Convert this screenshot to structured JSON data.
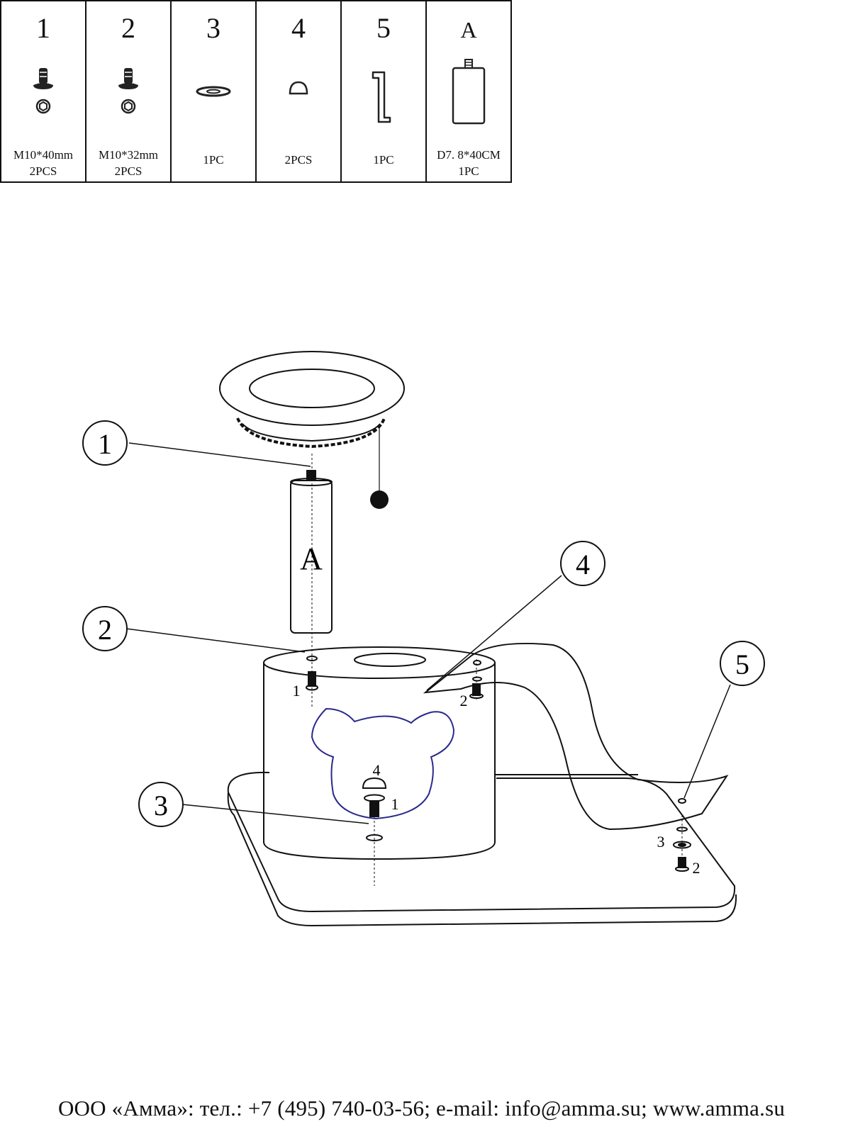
{
  "parts": [
    {
      "id": "1",
      "icon": "bolt-washer-icon",
      "spec_line1": "M10*40mm",
      "spec_line2": "2PCS"
    },
    {
      "id": "2",
      "icon": "bolt-washer-icon",
      "spec_line1": "M10*32mm",
      "spec_line2": "2PCS"
    },
    {
      "id": "3",
      "icon": "flat-washer-icon",
      "spec_line1": "1PC",
      "spec_line2": ""
    },
    {
      "id": "4",
      "icon": "dome-cap-icon",
      "spec_line1": "2PCS",
      "spec_line2": ""
    },
    {
      "id": "5",
      "icon": "hex-key-icon",
      "spec_line1": "1PC",
      "spec_line2": ""
    },
    {
      "id": "A",
      "icon": "post-tube-icon",
      "spec_line1": "D7. 8*40CM",
      "spec_line2": "1PC"
    }
  ],
  "diagram": {
    "callouts": [
      "1",
      "2",
      "3",
      "4",
      "5"
    ],
    "post_label": "A",
    "small_labels": {
      "bolt_front_top": "1",
      "bolt_rear_top": "2",
      "cap_front": "4",
      "bolt_front_mid": "1",
      "washer_base": "3",
      "bolt_base": "2"
    },
    "accent_color": "#2a2a8c"
  },
  "footer": {
    "contact": "ООО «Амма»: тел.: +7 (495) 740-03-56; e-mail: info@amma.su; www.amma.su"
  }
}
